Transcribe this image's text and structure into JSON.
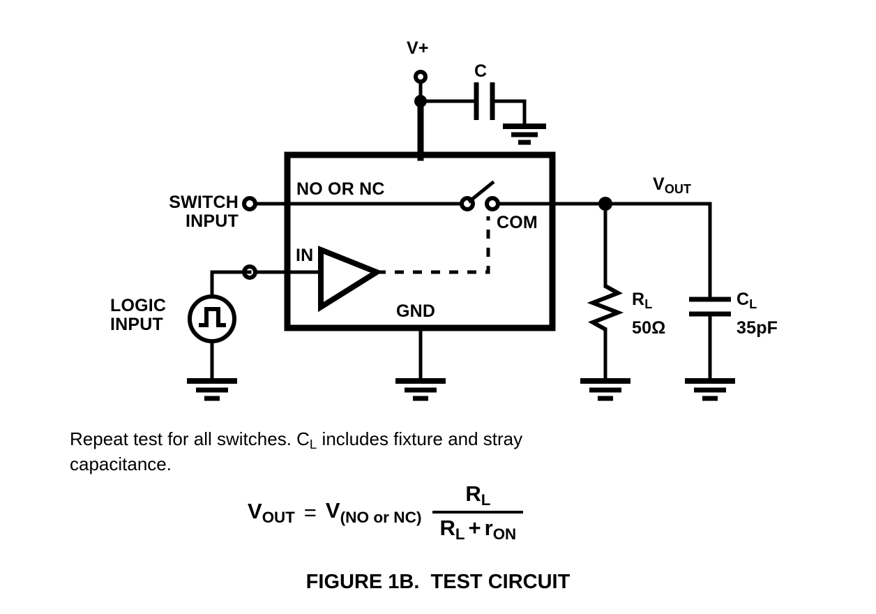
{
  "figure": {
    "caption": "FIGURE 1B.  TEST CIRCUIT",
    "note_line1_a": "Repeat test for all switches. C",
    "note_line1_sub": "L",
    "note_line1_b": " includes fixture and stray",
    "note_line2": "capacitance."
  },
  "labels": {
    "vplus": "V+",
    "cap_c": "C",
    "switch_input_line1": "SWITCH",
    "switch_input_line2": "INPUT",
    "logic_input_line1": "LOGIC",
    "logic_input_line2": "INPUT",
    "no_or_nc": "NO OR NC",
    "in_pin": "IN",
    "com_pin": "COM",
    "gnd_pin": "GND",
    "vout_main": "V",
    "vout_sub": "OUT",
    "rl_main": "R",
    "rl_sub": "L",
    "rl_value": "50Ω",
    "cl_main": "C",
    "cl_sub": "L",
    "cl_value": "35pF"
  },
  "formula": {
    "lhs_main": "V",
    "lhs_sub": "OUT",
    "equals": "=",
    "rhs_main": "V",
    "rhs_sub": "(NO or NC)",
    "numerator_main": "R",
    "numerator_sub": "L",
    "denominator_a_main": "R",
    "denominator_a_sub": "L",
    "denominator_plus": "+",
    "denominator_b_main": "r",
    "denominator_b_sub": "ON"
  },
  "colors": {
    "ink": "#000000",
    "paper": "#ffffff"
  }
}
